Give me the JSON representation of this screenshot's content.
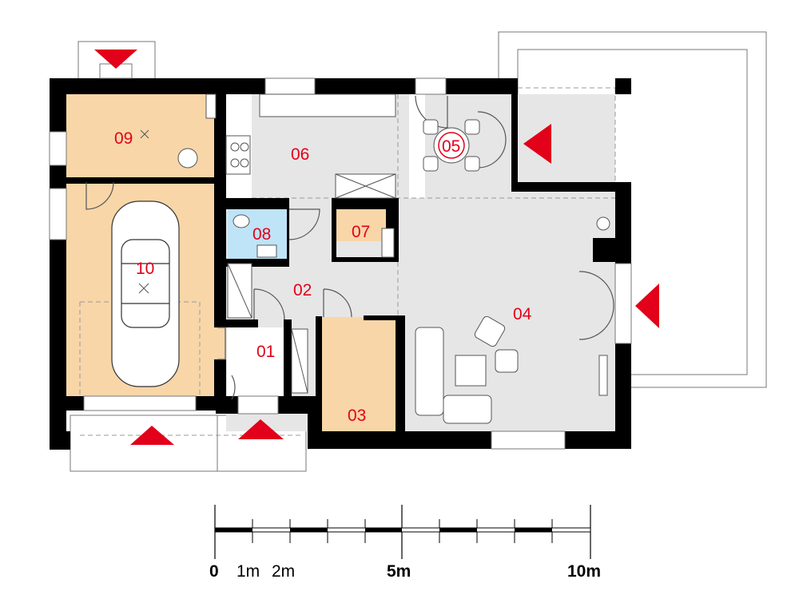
{
  "colors": {
    "wall": "#000000",
    "garage_zone": "#f8d6a8",
    "bathroom": "#bfe3f7",
    "living_grey": "#e6e6e6",
    "arrow": "#e2001a",
    "label": "#e2001a",
    "fixture_line": "#555555"
  },
  "rooms": [
    {
      "id": "01",
      "fill": "living_grey"
    },
    {
      "id": "02",
      "fill": "living_grey"
    },
    {
      "id": "03",
      "fill": "garage_zone"
    },
    {
      "id": "04",
      "fill": "living_grey"
    },
    {
      "id": "05",
      "fill": "living_grey"
    },
    {
      "id": "06",
      "fill": "living_grey"
    },
    {
      "id": "07",
      "fill": "garage_zone"
    },
    {
      "id": "08",
      "fill": "bathroom"
    },
    {
      "id": "09",
      "fill": "garage_zone"
    },
    {
      "id": "10",
      "fill": "garage_zone"
    }
  ],
  "scale": {
    "labels": {
      "zero": "0",
      "one": "1m",
      "two": "2m",
      "five": "5m",
      "ten": "10m"
    }
  },
  "icons": {
    "entrance_arrows": "entrance-arrow-icon",
    "car": "car-icon",
    "dining_set": "dining-table-icon"
  }
}
